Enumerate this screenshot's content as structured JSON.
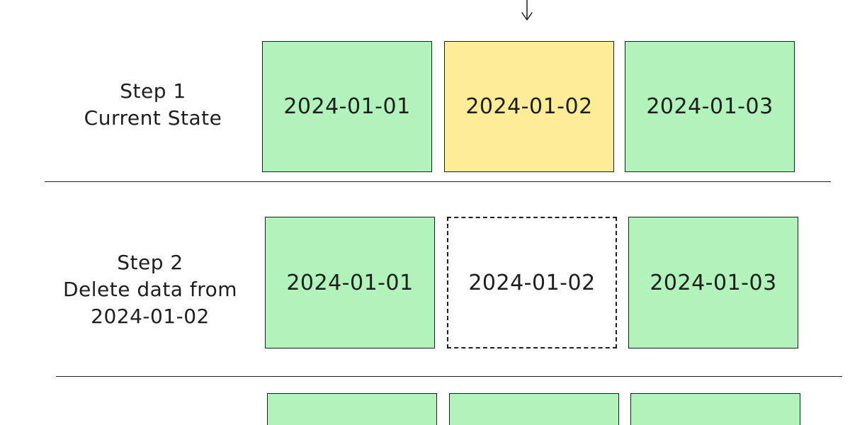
{
  "step1": {
    "label_line1": "Step 1",
    "label_line2": "Current State",
    "boxes": [
      {
        "text": "2024-01-01",
        "state": "present",
        "color": "#b2f2bb"
      },
      {
        "text": "2024-01-02",
        "state": "highlighted",
        "color": "#ffec99"
      },
      {
        "text": "2024-01-03",
        "state": "present",
        "color": "#b2f2bb"
      }
    ]
  },
  "step2": {
    "label_line1": "Step 2",
    "label_line2": "Delete data from",
    "label_line3": "2024-01-02",
    "boxes": [
      {
        "text": "2024-01-01",
        "state": "present",
        "color": "#b2f2bb"
      },
      {
        "text": "2024-01-02",
        "state": "deleted",
        "color": "#ffffff"
      },
      {
        "text": "2024-01-03",
        "state": "present",
        "color": "#b2f2bb"
      }
    ]
  },
  "step3": {
    "boxes": [
      {
        "state": "present",
        "color": "#b2f2bb"
      },
      {
        "state": "present",
        "color": "#b2f2bb"
      },
      {
        "state": "present",
        "color": "#b2f2bb"
      }
    ]
  },
  "colors": {
    "green_fill": "#b2f2bb",
    "yellow_fill": "#ffec99",
    "stroke": "#1e1e1e"
  }
}
